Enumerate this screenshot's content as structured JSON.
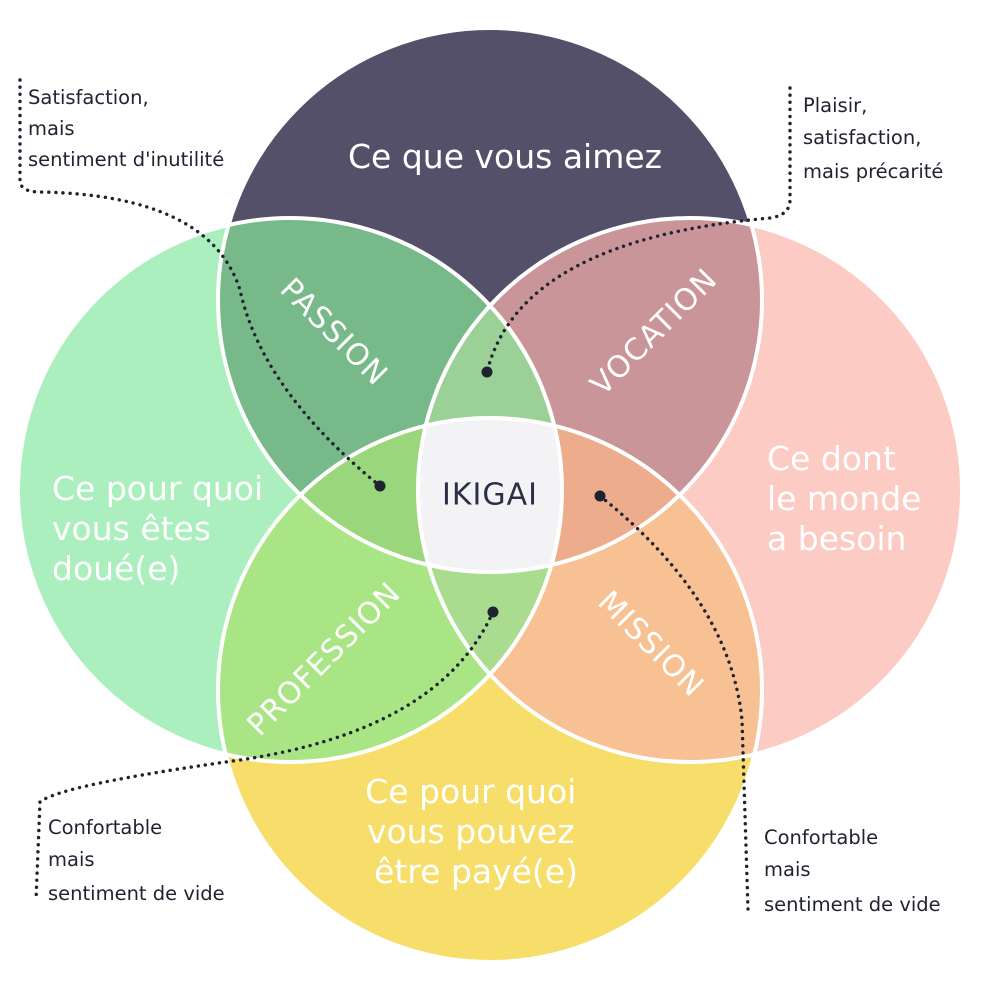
{
  "circles": {
    "love": {
      "label_lines": [
        "Ce que vous aimez"
      ],
      "color": "#55506a"
    },
    "world_needs": {
      "label_lines": [
        "Ce dont",
        "le monde",
        "a besoin"
      ],
      "color": "#fccbc4"
    },
    "good_at": {
      "label_lines": [
        "Ce pour quoi",
        "vous êtes",
        "doué(e)"
      ],
      "color": "#abefbf"
    },
    "paid_for": {
      "label_lines": [
        "Ce pour quoi",
        "vous pouvez",
        "être payé(e)"
      ],
      "color": "#f7de6a"
    }
  },
  "zones": {
    "passion": {
      "label": "PASSION",
      "color": "#78b98a"
    },
    "vocation": {
      "label": "VOCATION",
      "color": "#c99599"
    },
    "profession": {
      "label": "PROFESSION",
      "color": "#a9e585"
    },
    "mission": {
      "label": "MISSION",
      "color": "#f8c193"
    }
  },
  "inner_zones": {
    "top": {
      "color": "#9bd097"
    },
    "left": {
      "color": "#99d67c"
    },
    "right": {
      "color": "#edad8c"
    },
    "bottom": {
      "color": "#a9dc8f"
    }
  },
  "center": {
    "label": "IKIGAI",
    "color": "#f3f3f6"
  },
  "notes": {
    "top_left": {
      "lines": [
        "Satisfaction,",
        "mais",
        "sentiment d'inutilité"
      ]
    },
    "top_right": {
      "lines": [
        "Plaisir,",
        "satisfaction,",
        "mais précarité"
      ]
    },
    "bottom_left": {
      "lines": [
        "Confortable",
        "mais",
        "sentiment de vide"
      ]
    },
    "bottom_right": {
      "lines": [
        "Confortable",
        "mais",
        "sentiment de vide"
      ]
    }
  }
}
